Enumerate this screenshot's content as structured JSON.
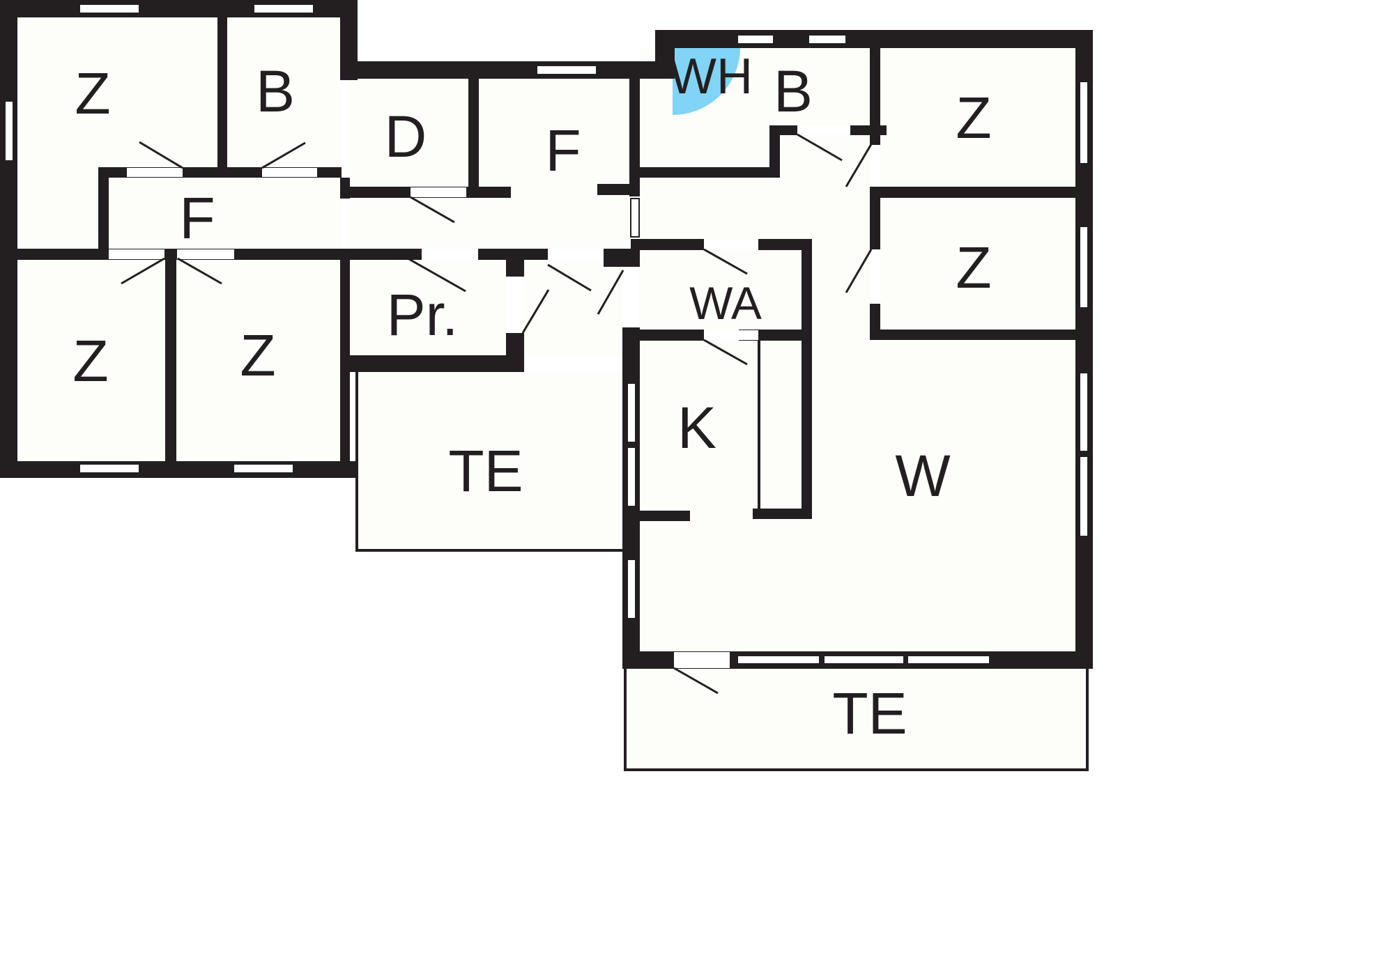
{
  "colors": {
    "wall": "#231f20",
    "floor": "#fdfdf9",
    "background": "#ffffff",
    "highlight": "#81d4f5"
  },
  "rooms": [
    {
      "id": "z-top-left",
      "label": "Z"
    },
    {
      "id": "b-top-left",
      "label": "B"
    },
    {
      "id": "d",
      "label": "D"
    },
    {
      "id": "f-mid",
      "label": "F"
    },
    {
      "id": "wh",
      "label": "WH"
    },
    {
      "id": "b-top-right",
      "label": "B"
    },
    {
      "id": "z-top-right",
      "label": "Z"
    },
    {
      "id": "f-corridor",
      "label": "F"
    },
    {
      "id": "z-right",
      "label": "Z"
    },
    {
      "id": "pr",
      "label": "Pr."
    },
    {
      "id": "wa",
      "label": "WA"
    },
    {
      "id": "z-bottom-left",
      "label": "Z"
    },
    {
      "id": "z-bottom-mid",
      "label": "Z"
    },
    {
      "id": "k",
      "label": "K"
    },
    {
      "id": "w",
      "label": "W"
    },
    {
      "id": "te-mid",
      "label": "TE"
    },
    {
      "id": "te-bottom",
      "label": "TE"
    }
  ]
}
